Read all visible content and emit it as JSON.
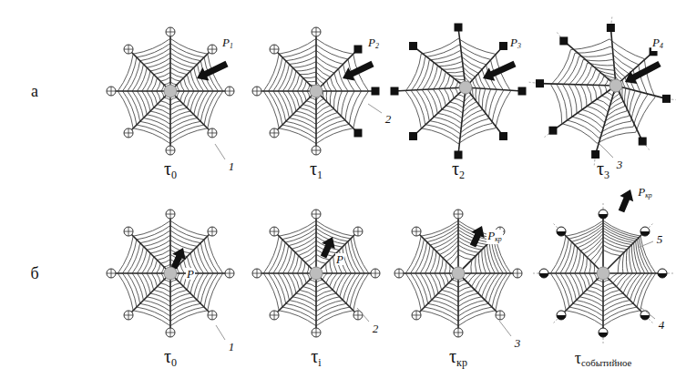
{
  "diagram": {
    "labels": [
      "а",
      "б",
      "P1",
      "τ0",
      "1",
      "P2",
      "τ1",
      "2",
      "P3",
      "τ2",
      "P4",
      "τ3",
      "3",
      "P",
      "τ0",
      "1",
      "P",
      "τi",
      "2",
      "Pкр",
      "τкр",
      "3",
      "Pкр",
      "5",
      "τсобытийное",
      "4"
    ]
  }
}
